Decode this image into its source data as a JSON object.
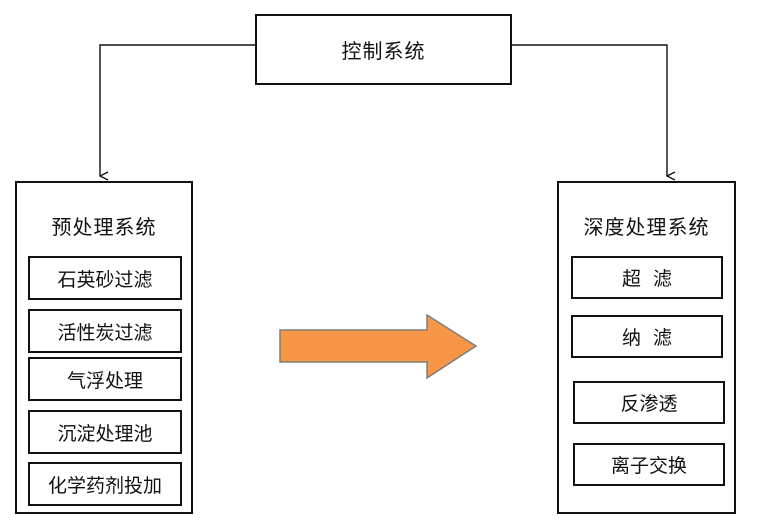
{
  "control": {
    "label": "控制系统"
  },
  "pretreatment": {
    "title": "预处理系统",
    "items": [
      "石英砂过滤",
      "活性炭过滤",
      "气浮处理",
      "沉淀处理池",
      "化学药剂投加"
    ]
  },
  "advanced": {
    "title": "深度处理系统",
    "items": [
      "超  滤",
      "纳  滤",
      "反渗透",
      "离子交换"
    ]
  },
  "colors": {
    "line": "#111111",
    "arrow_fill": "#f79646",
    "arrow_stroke": "#7f7f7f",
    "background": "#ffffff"
  }
}
